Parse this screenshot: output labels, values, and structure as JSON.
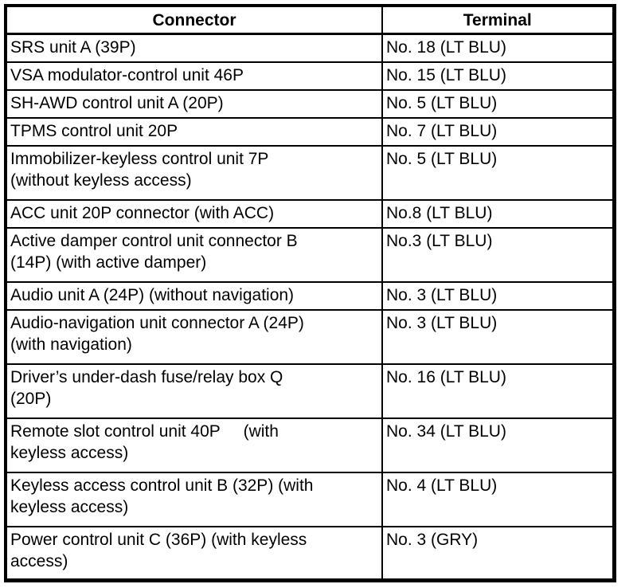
{
  "colors": {
    "background": "#ffffff",
    "border": "#000000",
    "text": "#000000"
  },
  "table": {
    "header": {
      "connector": "Connector",
      "terminal": "Terminal"
    },
    "rows": [
      {
        "connector": "SRS unit A (39P)",
        "terminal": "No. 18 (LT BLU)"
      },
      {
        "connector": "VSA modulator-control unit 46P",
        "terminal": "No. 15 (LT BLU)"
      },
      {
        "connector": "SH-AWD control unit A (20P)",
        "terminal": "No. 5 (LT BLU)"
      },
      {
        "connector": "TPMS control unit 20P",
        "terminal": "No. 7 (LT BLU)"
      },
      {
        "connector": "Immobilizer-keyless control unit 7P\n(without keyless access)",
        "terminal": "No. 5 (LT BLU)"
      },
      {
        "connector": "ACC unit 20P connector (with ACC)",
        "terminal": "No.8 (LT BLU)"
      },
      {
        "connector": "Active damper control unit connector B\n(14P) (with active damper)",
        "terminal": "No.3 (LT BLU)"
      },
      {
        "connector": "Audio unit A (24P) (without navigation)",
        "terminal": "No. 3 (LT BLU)"
      },
      {
        "connector": "Audio-navigation unit connector A (24P)\n(with navigation)",
        "terminal": "No. 3 (LT BLU)"
      },
      {
        "connector": "Driver’s under-dash fuse/relay box Q\n(20P)",
        "terminal": "No. 16 (LT BLU)"
      },
      {
        "connector": "Remote slot control unit 40P     (with\nkeyless access)",
        "terminal": "No. 34 (LT BLU)"
      },
      {
        "connector": "Keyless access control unit B (32P) (with\nkeyless access)",
        "terminal": "No. 4 (LT BLU)"
      },
      {
        "connector": "Power control unit C (36P) (with keyless\naccess)",
        "terminal": "No. 3 (GRY)"
      }
    ]
  }
}
